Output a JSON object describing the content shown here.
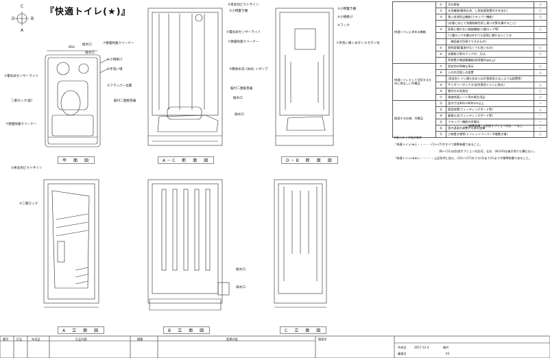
{
  "title": "『快適トイレ(★)』",
  "orientation": {
    "top": "C",
    "left": "D",
    "right": "B",
    "bottom": "A",
    "sep": "-"
  },
  "dimension": "850",
  "plan_labels": {
    "water_inlet": "給水口",
    "drain": "排水口",
    "tank_cap": "③手洗い場",
    "flapper": "③フラッパー位置",
    "sensor_light": "⑤電気式センサーライト",
    "cleaner": "⑦便座除菌クリーナー",
    "hook": "⑥小物掛け",
    "lock": "二重ロック(錠)",
    "hand_wash": "⑦手洗い場",
    "flap_pos": "③フラッパー位置",
    "sink": "擬付二連紙巻器",
    "bucket": "⑦便座除菌クリーナー"
  },
  "ac_labels": {
    "pictogram": "②男女別ピクトサイン",
    "shelf": "⑤小物置き棚",
    "sensor": "⑤電気式センサーライト",
    "cleaner": "⑦便座除菌クリーナー",
    "pump": "③簡易水洗 (洋式) ＋ポンプ",
    "holder": "擬付二連紙巻器",
    "inlet": "給水口",
    "drain": "排水口"
  },
  "db_labels": {
    "shelf": "⑤小物置き棚",
    "hook": "⑥小物掛け",
    "hook2": "⑥フック",
    "wash": "⑦手洗い場＋水タンクカラン付"
  },
  "elev_labels": {
    "pictogram": "②男女別ピクトサイン",
    "lock": "②二重ロック",
    "inlet": "給水口",
    "drain": "排水口"
  },
  "view_titles": {
    "plan": "平　面　図",
    "ac": "A－C　断　面　図",
    "db": "D－B　断　面　図",
    "a": "A　立　面　図",
    "b": "B　立　面　図",
    "c": "C　立　面　図"
  },
  "spec": {
    "groups": [
      {
        "name": "快適トイレに求める機能",
        "rows": [
          {
            "no": "①",
            "text": "洋式便座",
            "mark": "○"
          },
          {
            "no": "②",
            "text": "水洗機能(簡易水洗、し尿処理装置付きを含む)",
            "mark": "○"
          },
          {
            "no": "③",
            "text": "臭い逆流防止機能(フラッパー機能)",
            "mark": "○"
          },
          {
            "no": "",
            "text": "(必要に応じて流量制御活用し臭い対策を講ずること)",
            "mark": ""
          },
          {
            "no": "④",
            "text": "容易に開かない施錠機能(二重ロック等)",
            "mark": "○"
          },
          {
            "no": "",
            "text": "(二重ロックの鍵は外れても容易に開かないことを",
            "mark": ""
          },
          {
            "no": "",
            "text": "　確認者が目視でできるもの)",
            "mark": ""
          },
          {
            "no": "⑤",
            "text": "照明設備(電源がなくても良いもの)",
            "mark": "○"
          },
          {
            "no": "⑥",
            "text": "衣類掛け等のフック付、又は、",
            "mark": "○"
          },
          {
            "no": "",
            "text": "荷物置き場設備機能(耐荷重5kg以上)",
            "mark": ""
          }
        ]
      },
      {
        "name": "快適トイレとして活用するために望ましい付属品",
        "rows": [
          {
            "no": "⑦",
            "text": "男女別の明確な表示",
            "mark": "○"
          },
          {
            "no": "⑧",
            "text": "入口の目隠しの設置",
            "mark": "△"
          },
          {
            "no": "",
            "text": "(男女別トイレ間も含め入口が直接見えないような配置等)",
            "mark": ""
          },
          {
            "no": "⑨",
            "text": "サニタリーボックス(女性専用トイレに限る)",
            "mark": "△"
          },
          {
            "no": "⑩",
            "text": "鏡付きの洗面台",
            "mark": "○"
          },
          {
            "no": "⑪",
            "text": "便座除菌シート等の衛生用品",
            "mark": "○"
          }
        ]
      },
      {
        "name": "推奨する仕様、付属品",
        "rows": [
          {
            "no": "⑫",
            "text": "室内寸法900×900mm以上",
            "mark": "－"
          },
          {
            "no": "⑬",
            "text": "擬音装置(フィッティングボード等)",
            "mark": "△"
          },
          {
            "no": "⑭",
            "text": "着替え台(フィッティングボード等)",
            "mark": "－"
          },
          {
            "no": "⑮",
            "text": "フラッパー機能の多重化",
            "mark": "－"
          },
          {
            "no": "⑯",
            "text": "室内温度の調整が可能な設備",
            "mark": "－"
          },
          {
            "no": "⑰",
            "text": "小物置き場等(トイレットペーパー予備置き場)",
            "mark": "○"
          }
        ]
      }
    ],
    "legend": "○標準装備　△別途オプション対応　－なし"
  },
  "notes": [
    "※導入タイプ及び条件",
    "『快適トイレ(★)』・・・・・(1)～(7)がすべて標準装備であること。",
    "(8)～(11)は別途オプション対応可。なお、(8)(10)は被災地でも積むない。",
    "『快適トイレ(★★)』・・・・・上記条件に加え、(12)～(17)のうち(3)まで(1)までが標準装備であること。"
  ],
  "titleblock": {
    "headers": [
      "番号",
      "訂正",
      "年月日",
      "訂正内容",
      "摘要",
      "変更内容"
    ],
    "made": "作成日",
    "date": "2017.12.4",
    "checked": "審査日",
    "scale": "縮尺",
    "size": "A3",
    "drawing": "図面名"
  }
}
